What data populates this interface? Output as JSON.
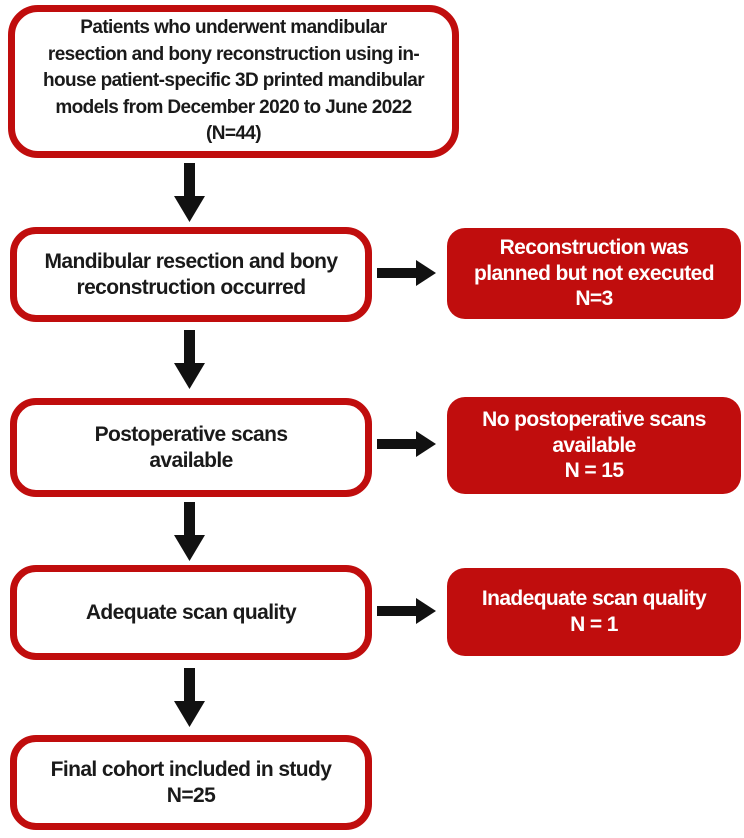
{
  "colors": {
    "red": "#c00d0d",
    "arrow_black": "#111111",
    "text_black": "#1a1a1a",
    "white": "#ffffff"
  },
  "flowchart": {
    "initial": {
      "text": "Patients who underwent mandibular\nresection and bony reconstruction using in-\nhouse patient-specific 3D printed mandibular\nmodels from December 2020 to June 2022\n(N=44)"
    },
    "steps": [
      {
        "label": "Mandibular resection and bony\nreconstruction occurred",
        "exclusion_label": "Reconstruction was\nplanned but not executed",
        "exclusion_count": "N=3"
      },
      {
        "label": "Postoperative scans\navailable",
        "exclusion_label": "No postoperative scans\navailable",
        "exclusion_count": "N = 15"
      },
      {
        "label": "Adequate scan quality",
        "exclusion_label": "Inadequate scan quality",
        "exclusion_count": "N = 1"
      }
    ],
    "final": {
      "label": "Final cohort included in study",
      "count": "N=25"
    }
  }
}
